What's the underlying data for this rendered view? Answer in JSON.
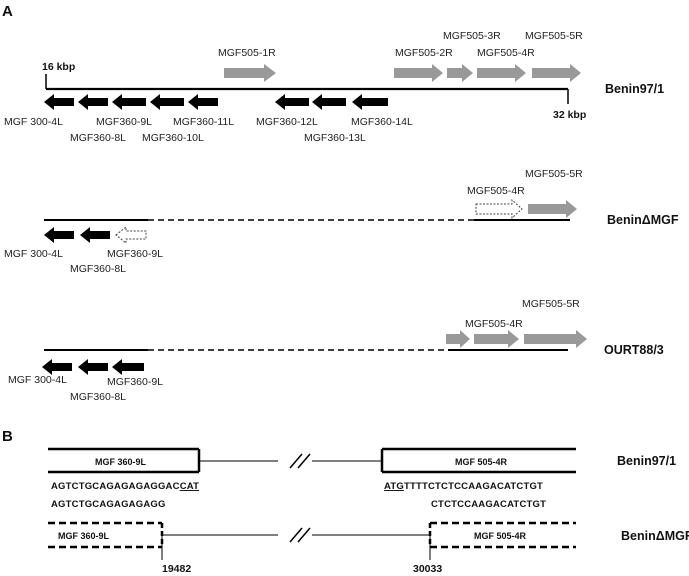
{
  "panel_a": {
    "letter": "A",
    "benin971": {
      "name": "Benin97/1",
      "start_label": "16 kbp",
      "end_label": "32 kbp",
      "genes_left": [
        "MGF 300-4L",
        "MGF360-8L",
        "MGF360-9L",
        "MGF360-10L",
        "MGF360-11L",
        "MGF360-12L",
        "MGF360-13L",
        "MGF360-14L"
      ],
      "genes_right": [
        "MGF505-1R",
        "MGF505-2R",
        "MGF505-3R",
        "MGF505-4R",
        "MGF505-5R"
      ]
    },
    "benin_dmgf": {
      "name": "BeninΔMGF",
      "genes_left": [
        "MGF 300-4L",
        "MGF360-8L",
        "MGF360-9L"
      ],
      "genes_right": [
        "MGF505-4R",
        "MGF505-5R"
      ]
    },
    "ourt": {
      "name": "OURT88/3",
      "genes_left": [
        "MGF 300-4L",
        "MGF360-8L",
        "MGF360-9L"
      ],
      "genes_right": [
        "MGF505-4R",
        "MGF505-5R"
      ]
    }
  },
  "panel_b": {
    "letter": "B",
    "benin971": {
      "name": "Benin97/1",
      "box_left": "MGF 360-9L",
      "box_right": "MGF 505-4R",
      "seq_left_plain": "AGTCTGCAGAGAGAGGAC",
      "seq_left_underlined": "CAT",
      "seq_right_underlined": "ATG",
      "seq_right_plain": "TTTTCTCTCCAAGACATCTGT"
    },
    "deleted_seq_left": "AGTCTGCAGAGAGAGG",
    "deleted_seq_right": "CTCTCCAAGACATCTGT",
    "benin_dmgf": {
      "name": "BeninΔMGF",
      "box_left": "MGF 360-9L",
      "box_right": "MGF 505-4R",
      "pos_left": "19482",
      "pos_right": "30033"
    }
  },
  "colors": {
    "left_genes": "#000000",
    "right_genes": "#999999",
    "deleted_outline": "#444444"
  }
}
